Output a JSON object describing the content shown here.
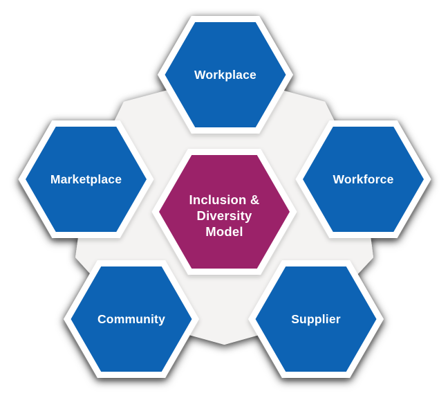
{
  "diagram": {
    "title": "Inclusion & Diversity Model",
    "center_node": {
      "label_lines": [
        "Inclusion &",
        "Diversity",
        "Model"
      ]
    },
    "nodes": [
      {
        "id": "workplace",
        "label": "Workplace"
      },
      {
        "id": "workforce",
        "label": "Workforce"
      },
      {
        "id": "supplier",
        "label": "Supplier"
      },
      {
        "id": "community",
        "label": "Community"
      },
      {
        "id": "marketplace",
        "label": "Marketplace"
      }
    ],
    "colors": {
      "node_blue": "#0D63B4",
      "center_magenta": "#9B2069",
      "web_gray": "#F4F3F2",
      "rim_white": "#FFFFFF",
      "label_text": "#FFFFFF"
    }
  }
}
